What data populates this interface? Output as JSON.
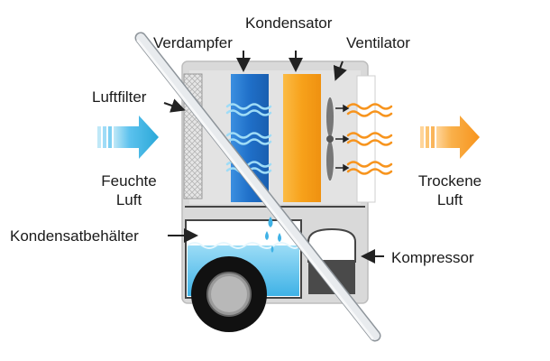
{
  "labels": {
    "kondensator": "Kondensator",
    "verdampfer": "Verdampfer",
    "ventilator": "Ventilator",
    "luftfilter": "Luftfilter",
    "feuchte_luft_line1": "Feuchte",
    "feuchte_luft_line2": "Luft",
    "trockene_luft_line1": "Trockene",
    "trockene_luft_line2": "Luft",
    "kondensatbehaelter": "Kondensatbehälter",
    "kompressor": "Kompressor"
  },
  "colors": {
    "humid_air_arrow": "#2aa8d8",
    "dry_air_arrow": "#f7941d",
    "evaporator": "#1f6fc8",
    "condenser": "#f7a11a",
    "cold_waves": "#8fd3f4",
    "warm_waves": "#f7941d",
    "housing": "#d9d9d9",
    "water": "#5cc2ee",
    "compressor": "#4a4a4a"
  }
}
